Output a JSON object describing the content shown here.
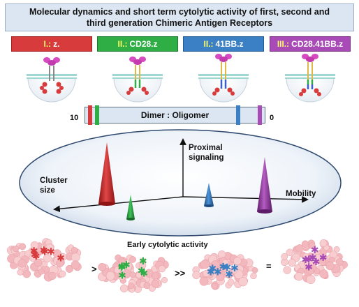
{
  "title": {
    "line1": "Molecular dynamics and short term cytolytic activity of first, second and",
    "line2": "third generation Chimeric Antigen Receptors"
  },
  "car_labels": [
    {
      "generation": "I.:",
      "construct": "z.",
      "color": "#d83b3b"
    },
    {
      "generation": "II.:",
      "construct": "CD28.z",
      "color": "#2fae46"
    },
    {
      "generation": "II.:",
      "construct": "41BB.z",
      "color": "#3b7fc4"
    },
    {
      "generation": "III.:",
      "construct": "CD28.41BB.z",
      "color": "#a94bb6"
    }
  ],
  "dimer_scale": {
    "left_value": "10",
    "right_value": "0",
    "label": "Dimer : Oligomer",
    "markers": [
      {
        "construct": "z.",
        "value": 9.7,
        "color": "#d83b3b"
      },
      {
        "construct": "CD28.z",
        "value": 9.3,
        "color": "#2fae46"
      },
      {
        "construct": "41BB.z",
        "value": 1.5,
        "color": "#3b7fc4"
      },
      {
        "construct": "CD28.41BB.z",
        "value": 0.3,
        "color": "#a94bb6"
      }
    ]
  },
  "axes": {
    "cluster": "Cluster size",
    "proximal_line1": "Proximal",
    "proximal_line2": "signaling",
    "mobility": "Mobility"
  },
  "cones": [
    {
      "construct": "z.",
      "color": "#d83b3b"
    },
    {
      "construct": "CD28.z",
      "color": "#2fae46"
    },
    {
      "construct": "41BB.z",
      "color": "#3b7fc4"
    },
    {
      "construct": "CD28.41BB.z",
      "color": "#a94bb6"
    }
  ],
  "activity": {
    "label": "Early cytolytic activity",
    "relations": [
      ">",
      ">>",
      "="
    ]
  }
}
